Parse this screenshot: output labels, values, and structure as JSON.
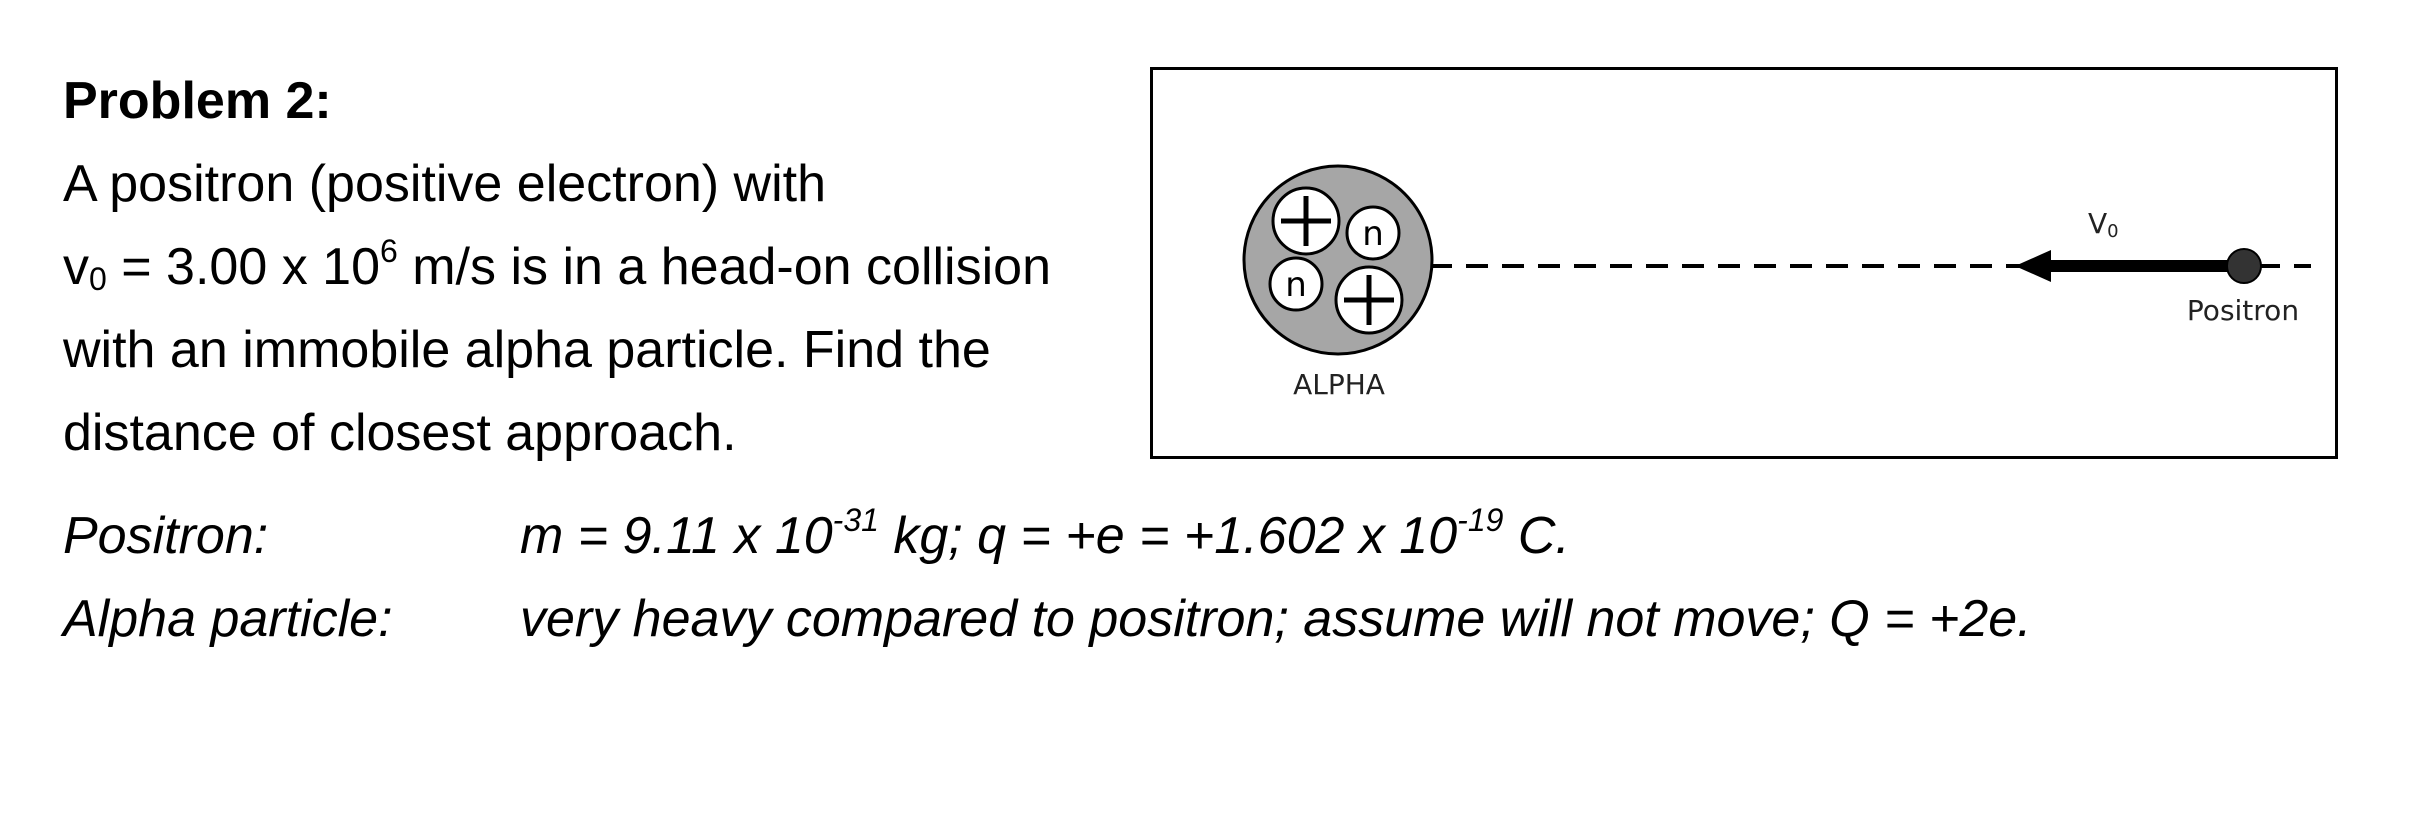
{
  "problem": {
    "title": "Problem 2:",
    "line1": "A positron (positive electron) with",
    "line2_v": "v",
    "line2_sub": "0",
    "line2_mid": " = 3.00 x 10",
    "line2_exp": "6",
    "line2_end": " m/s is in a head-on collision",
    "line3": "with an immobile alpha particle. Find the",
    "line4": "distance of closest approach."
  },
  "givens": {
    "positron_label": "Positron:",
    "positron_part1": "m = 9.11 x 10",
    "positron_exp1": "-31",
    "positron_part2": " kg; q = +e = +1.602 x 10",
    "positron_exp2": "-19",
    "positron_part3": " C.",
    "alpha_label": "Alpha particle:",
    "alpha_value": "very heavy compared to positron; assume will not move; Q = +2e."
  },
  "diagram": {
    "alpha_label": "ALPHA",
    "neutron_symbol": "n",
    "velocity_label": "V",
    "velocity_sub": "0",
    "positron_label": "Positron"
  }
}
